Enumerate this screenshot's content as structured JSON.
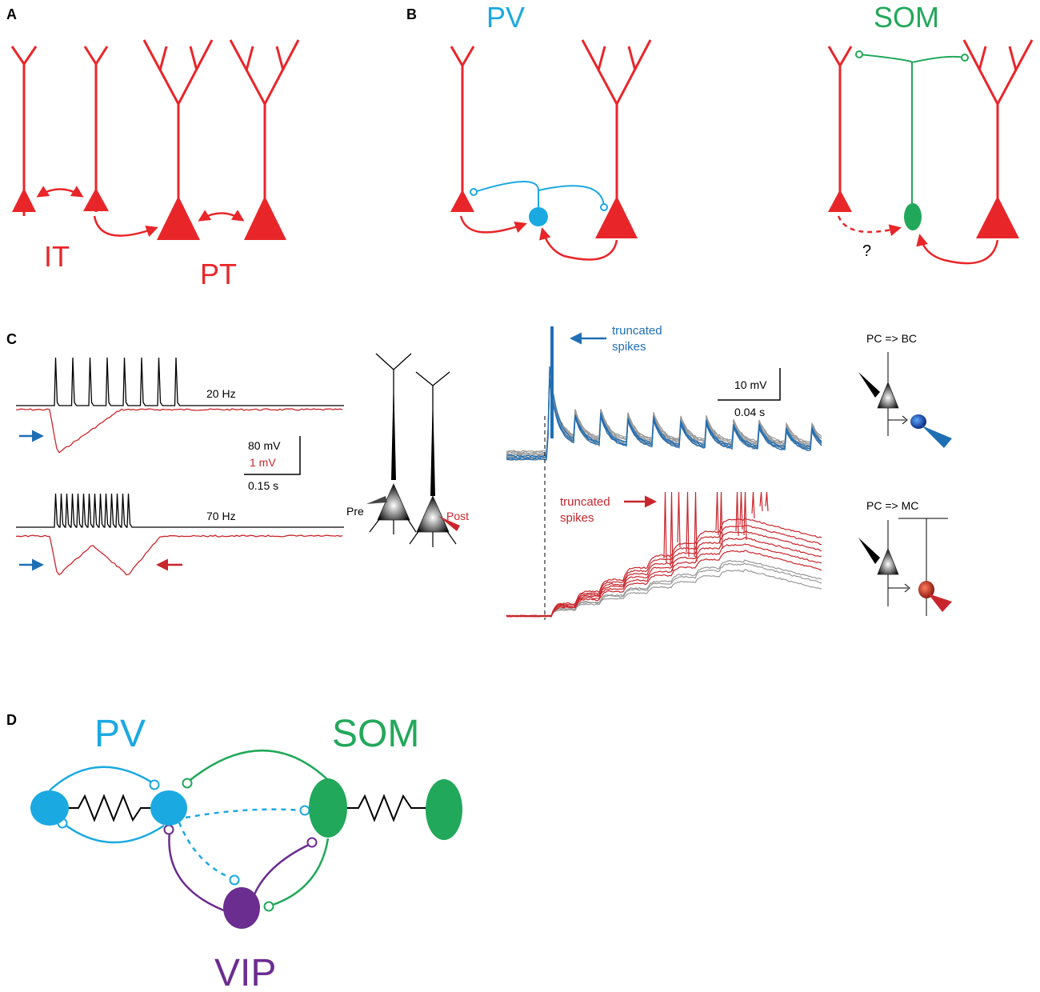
{
  "panels": {
    "A": {
      "letter": "A",
      "it_label": "IT",
      "pt_label": "PT"
    },
    "B": {
      "letter": "B",
      "pv_title": "PV",
      "som_title": "SOM",
      "question_mark": "?"
    },
    "C": {
      "letter": "C",
      "trace_20hz_label": "20 Hz",
      "trace_70hz_label": "70 Hz",
      "scale_80mv": "80 mV",
      "scale_1mv": "1 mV",
      "scale_015s": "0.15 s",
      "pre_label": "Pre",
      "post_label": "Post",
      "truncated_spikes_blue_1": "truncated",
      "truncated_spikes_blue_2": "spikes",
      "truncated_spikes_red_1": "truncated",
      "truncated_spikes_red_2": "spikes",
      "scale_10mv": "10 mV",
      "scale_004s": "0.04 s",
      "pc_bc": "PC => BC",
      "pc_mc": "PC => MC"
    },
    "D": {
      "letter": "D",
      "pv_label": "PV",
      "som_label": "SOM",
      "vip_label": "VIP"
    }
  },
  "colors": {
    "pyramidal_red": "#e8262a",
    "pv_blue": "#1ba9e1",
    "som_green": "#22a85a",
    "vip_purple": "#6b2d8f",
    "trace_blue": "#1f6fb5",
    "trace_red": "#c8262c",
    "trace_gray": "#999999"
  }
}
